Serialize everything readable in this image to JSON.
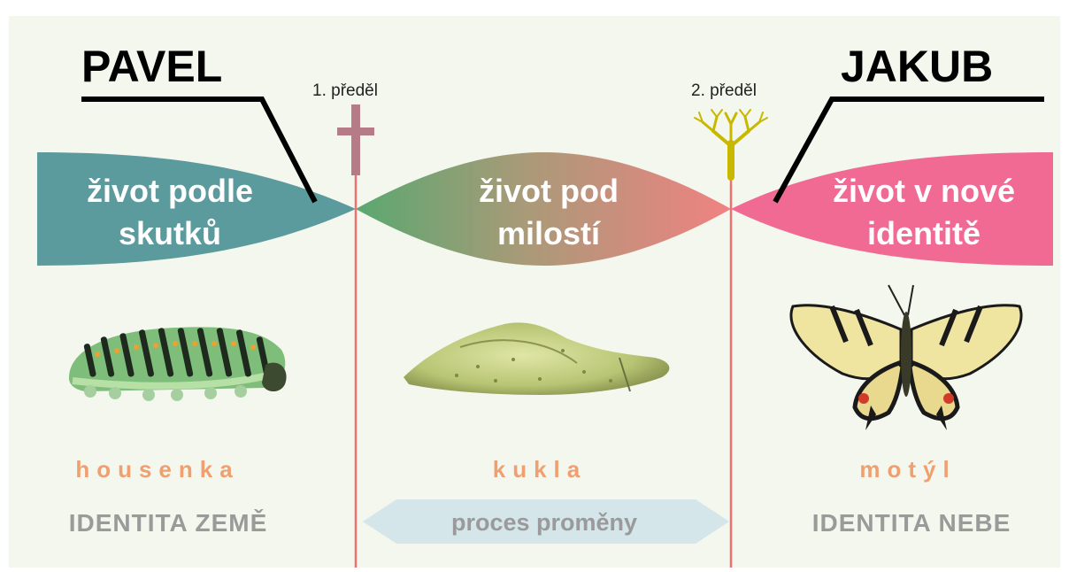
{
  "names": {
    "left": "PAVEL",
    "right": "JAKUB"
  },
  "dividers": {
    "first": "1. předěl",
    "second": "2. předěl"
  },
  "phases": {
    "left": {
      "line1": "život podle",
      "line2": "skutků"
    },
    "middle": {
      "line1": "život pod",
      "line2": "milostí"
    },
    "right": {
      "line1": "život v nové",
      "line2": "identitě"
    }
  },
  "stages": {
    "left": "housenka",
    "middle": "kukla",
    "right": "motýl"
  },
  "identities": {
    "left": "IDENTITA ZEMĚ",
    "middle": "proces proměny",
    "right": "IDENTITA NEBE"
  },
  "icons": {
    "first_divider": "cross-icon",
    "second_divider": "tree-icon",
    "left_stage": "caterpillar-icon",
    "middle_stage": "chrysalis-icon",
    "right_stage": "butterfly-icon"
  },
  "colors": {
    "background": "#f3f7ed",
    "left_phase": "#5b9a9d",
    "middle_phase_start": "#5aa870",
    "middle_phase_end": "#f08282",
    "right_phase": "#f06a94",
    "stage_label": "#f0a070",
    "identity_label": "#9a9a9a",
    "divider_line": "#f07070",
    "cross": "#b57b86",
    "tree": "#c8b800",
    "process_banner": "#d4e6ea"
  }
}
